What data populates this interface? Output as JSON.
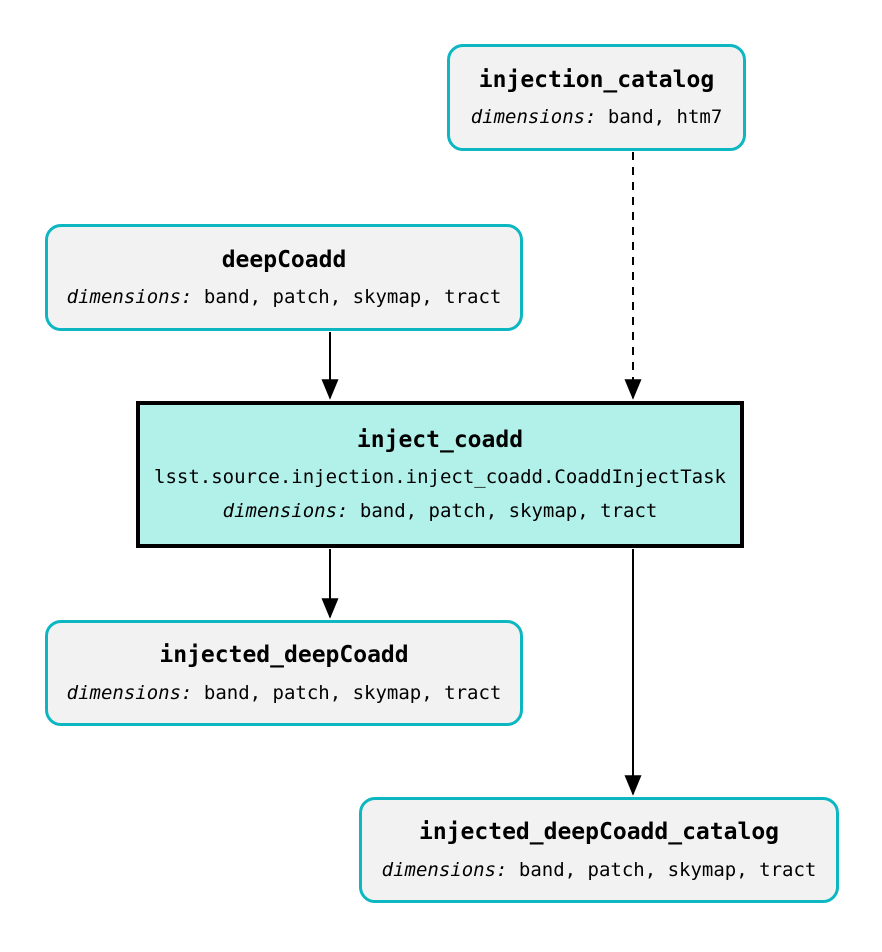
{
  "diagram": {
    "type": "pipeline-graph",
    "nodes": [
      {
        "id": "injection_catalog",
        "kind": "dataset",
        "title": "injection_catalog",
        "dimensions_label": "dimensions:",
        "dimensions": "band, htm7"
      },
      {
        "id": "deepCoadd",
        "kind": "dataset",
        "title": "deepCoadd",
        "dimensions_label": "dimensions:",
        "dimensions": "band, patch, skymap, tract"
      },
      {
        "id": "inject_coadd",
        "kind": "task",
        "title": "inject_coadd",
        "task_class": "lsst.source.injection.inject_coadd.CoaddInjectTask",
        "dimensions_label": "dimensions:",
        "dimensions": "band, patch, skymap, tract"
      },
      {
        "id": "injected_deepCoadd",
        "kind": "dataset",
        "title": "injected_deepCoadd",
        "dimensions_label": "dimensions:",
        "dimensions": "band, patch, skymap, tract"
      },
      {
        "id": "injected_deepCoadd_catalog",
        "kind": "dataset",
        "title": "injected_deepCoadd_catalog",
        "dimensions_label": "dimensions:",
        "dimensions": "band, patch, skymap, tract"
      }
    ],
    "edges": [
      {
        "from": "deepCoadd",
        "to": "inject_coadd",
        "style": "solid"
      },
      {
        "from": "injection_catalog",
        "to": "inject_coadd",
        "style": "dashed"
      },
      {
        "from": "inject_coadd",
        "to": "injected_deepCoadd",
        "style": "solid"
      },
      {
        "from": "inject_coadd",
        "to": "injected_deepCoadd_catalog",
        "style": "solid"
      }
    ],
    "colors": {
      "dataset_border": "#0db7c2",
      "dataset_fill": "#f2f2f2",
      "task_border": "#000000",
      "task_fill": "#b2f0ea",
      "edge": "#000000",
      "background": "#ffffff",
      "text": "#000000"
    }
  }
}
